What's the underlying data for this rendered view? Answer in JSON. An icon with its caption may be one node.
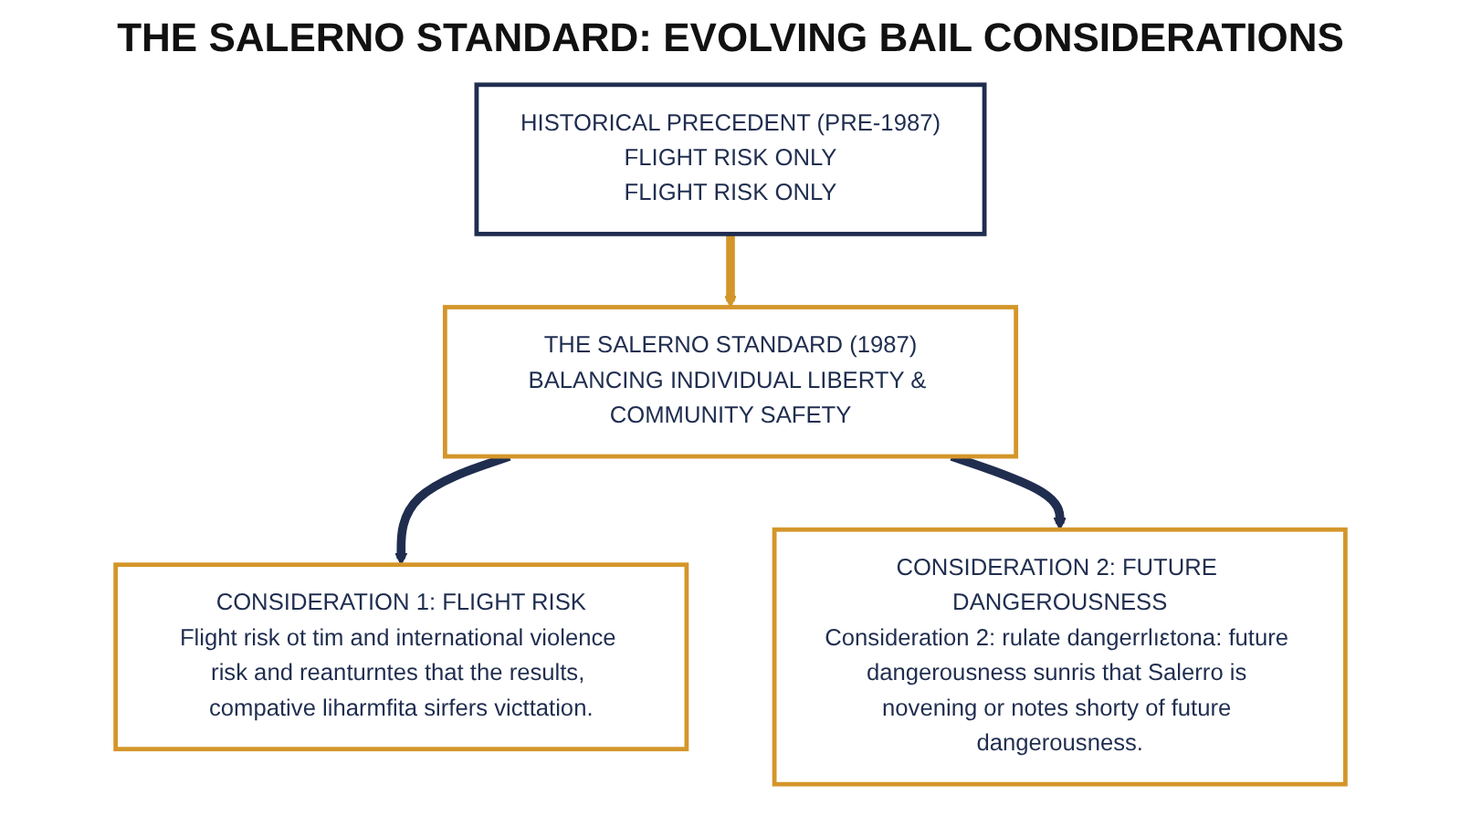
{
  "diagram": {
    "title": "THE SALERNO STANDARD: EVOLVING BAIL CONSIDERATIONS",
    "nodes": [
      {
        "text": [
          "HISTORICAL PRECEDENT (PRE-1987)",
          "FLIGHT RISK ONLY",
          "FLIGHT RISK ONLY"
        ]
      },
      {
        "text": [
          "THE SALERNO STANDARD (1987)",
          "BALANCING INDIVIDUAL LIBERTY & COMMUNITY SAFETY"
        ]
      },
      {
        "text": [
          "CONSIDERATION 1: FLIGHT RISK",
          "Flight risk ot tim and international violence risk and reanturntes that the results, compative liharmfita sirfers victtation."
        ]
      },
      {
        "text": [
          "CONSIDERATION 2: FUTURE DANGEROUSNESS",
          "Consideration 2: rulate dangerrlıεtona: future dangerousness sunris that Salerro is novening or notes shorty of future dangerousness."
        ]
      }
    ],
    "edges": [
      {
        "from": 0,
        "to": 1,
        "arrow": "to",
        "color": "#d4962a"
      },
      {
        "from": 1,
        "to": 2,
        "arrow": "to"
      },
      {
        "from": 1,
        "to": 3,
        "arrow": "to"
      }
    ]
  }
}
